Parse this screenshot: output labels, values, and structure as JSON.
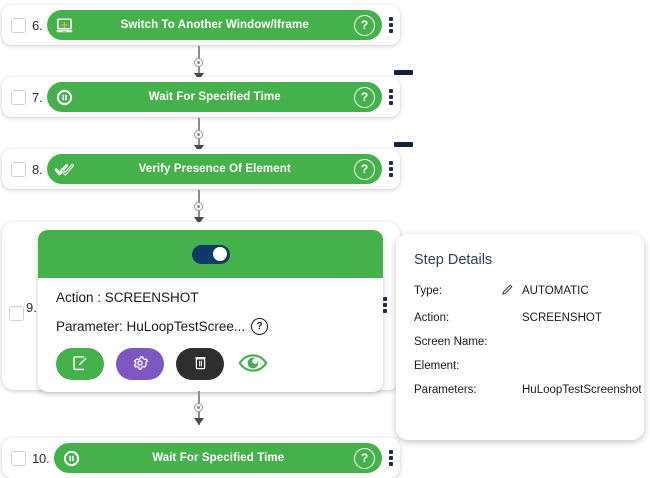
{
  "steps": [
    {
      "number": "6.",
      "title": "Switch To Another Window/Iframe",
      "icon": "switch-window-icon",
      "help": "?"
    },
    {
      "number": "7.",
      "title": "Wait For Specified Time",
      "icon": "pause-circle-icon",
      "help": "?"
    },
    {
      "number": "8.",
      "title": "Verify Presence Of Element",
      "icon": "double-check-icon",
      "help": "?"
    },
    {
      "number": "10.",
      "title": "Wait For Specified Time",
      "icon": "pause-circle-icon",
      "help": "?"
    }
  ],
  "expanded_step": {
    "number": "9.",
    "toggle_on": true,
    "action_line": "Action : SCREENSHOT",
    "parameter_line": "Parameter: HuLoopTestScree...",
    "help": "?",
    "buttons": [
      {
        "name": "edit-button",
        "icon": "pencil-square-icon"
      },
      {
        "name": "settings-button",
        "icon": "gear-icon"
      },
      {
        "name": "delete-button",
        "icon": "trash-icon"
      },
      {
        "name": "preview-button",
        "icon": "eye-icon"
      }
    ]
  },
  "details": {
    "title": "Step Details",
    "rows": [
      {
        "label": "Type:",
        "value": "AUTOMATIC",
        "icon": "pencil-icon"
      },
      {
        "label": "Action:",
        "value": "SCREENSHOT",
        "icon": ""
      },
      {
        "label": "Screen Name:",
        "value": "",
        "icon": ""
      },
      {
        "label": "Element:",
        "value": "",
        "icon": ""
      },
      {
        "label": "Parameters:",
        "value": "HuLoopTestScreenshot",
        "icon": ""
      }
    ]
  },
  "colors": {
    "green": "#45b14b",
    "purple": "#7e57c2",
    "dark": "#2e2e2e",
    "navy": "#0d3a66",
    "title_blue": "#25405f"
  }
}
